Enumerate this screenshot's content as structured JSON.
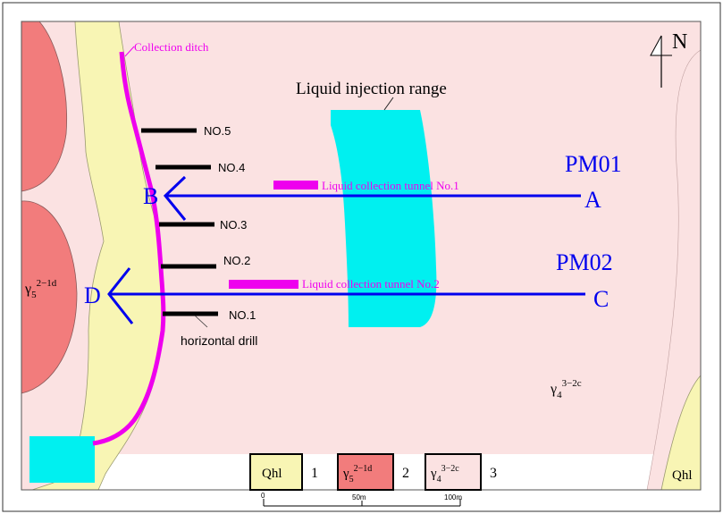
{
  "north_label": "N",
  "labels": {
    "collection_ditch": "Collection ditch",
    "liquid_injection_range": "Liquid injection range",
    "horizontal_drill": "horizontal drill",
    "tunnel_1": "Liquid collection tunnel No.1",
    "tunnel_2": "Liquid collection tunnel No.2"
  },
  "drills": [
    "NO.5",
    "NO.4",
    "NO.3",
    "NO.2",
    "NO.1"
  ],
  "sections": {
    "pm01": {
      "name": "PM01",
      "start": "A",
      "end": "B"
    },
    "pm02": {
      "name": "PM02",
      "start": "C",
      "end": "D"
    }
  },
  "units": {
    "left": {
      "base": "γ",
      "sub": "5",
      "sup": "2−1d"
    },
    "right": {
      "base": "γ",
      "sub": "4",
      "sup": "3−2c"
    },
    "qhl_corner": "Qhl"
  },
  "legend": [
    {
      "number": "1",
      "label": "Qhl",
      "color": "#f8f5b4"
    },
    {
      "number": "2",
      "base": "γ",
      "sub": "5",
      "sup": "2−1d",
      "color": "#f27c7c"
    },
    {
      "number": "3",
      "base": "γ",
      "sub": "4",
      "sup": "3−2c",
      "color": "#fbe2e2"
    }
  ],
  "scale_bar": {
    "ticks": [
      "0",
      "50m",
      "100m"
    ]
  },
  "colors": {
    "pink_granite": "#fbe2e2",
    "red_granite": "#f27c7c",
    "alluvium_yellow": "#f8f5b4",
    "injection_cyan": "#00f0f0",
    "ditch_magenta": "#ee00ee",
    "section_blue": "#0000ee"
  }
}
